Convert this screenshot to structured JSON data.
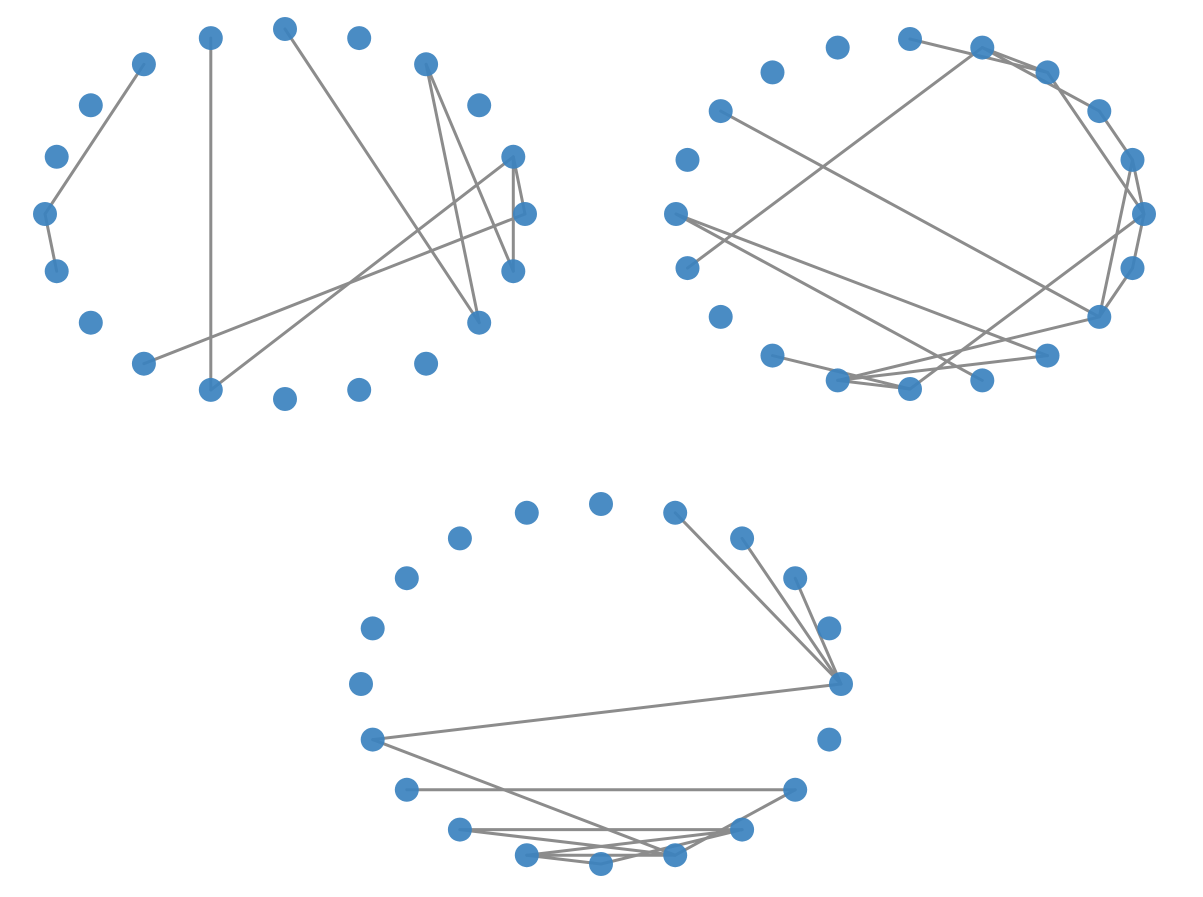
{
  "colors": {
    "background": "#ffffff",
    "node_fill": "#3b82bf",
    "edge": "#8c8c8c"
  },
  "graphs": [
    {
      "id": "graph-top-left",
      "node_count": 20,
      "edges": [
        [
          0,
          7
        ],
        [
          2,
          7
        ],
        [
          2,
          6
        ],
        [
          4,
          5
        ],
        [
          4,
          6
        ],
        [
          14,
          15
        ],
        [
          15,
          18
        ],
        [
          4,
          11
        ],
        [
          5,
          12
        ],
        [
          11,
          19
        ]
      ]
    },
    {
      "id": "graph-top-right",
      "node_count": 20,
      "edges": [
        [
          0,
          2
        ],
        [
          1,
          2
        ],
        [
          1,
          14
        ],
        [
          2,
          5
        ],
        [
          5,
          6
        ],
        [
          6,
          7
        ],
        [
          7,
          17
        ],
        [
          1,
          3
        ],
        [
          3,
          4
        ],
        [
          4,
          5
        ],
        [
          4,
          7
        ],
        [
          5,
          10
        ],
        [
          7,
          11
        ],
        [
          8,
          11
        ],
        [
          10,
          12
        ],
        [
          10,
          11
        ],
        [
          8,
          15
        ],
        [
          9,
          15
        ]
      ]
    },
    {
      "id": "graph-bottom",
      "node_count": 20,
      "edges": [
        [
          1,
          5
        ],
        [
          2,
          5
        ],
        [
          3,
          5
        ],
        [
          5,
          14
        ],
        [
          9,
          14
        ],
        [
          9,
          12
        ],
        [
          9,
          11
        ],
        [
          8,
          12
        ],
        [
          7,
          9
        ],
        [
          8,
          10
        ],
        [
          8,
          11
        ],
        [
          7,
          13
        ],
        [
          10,
          11
        ]
      ]
    }
  ]
}
